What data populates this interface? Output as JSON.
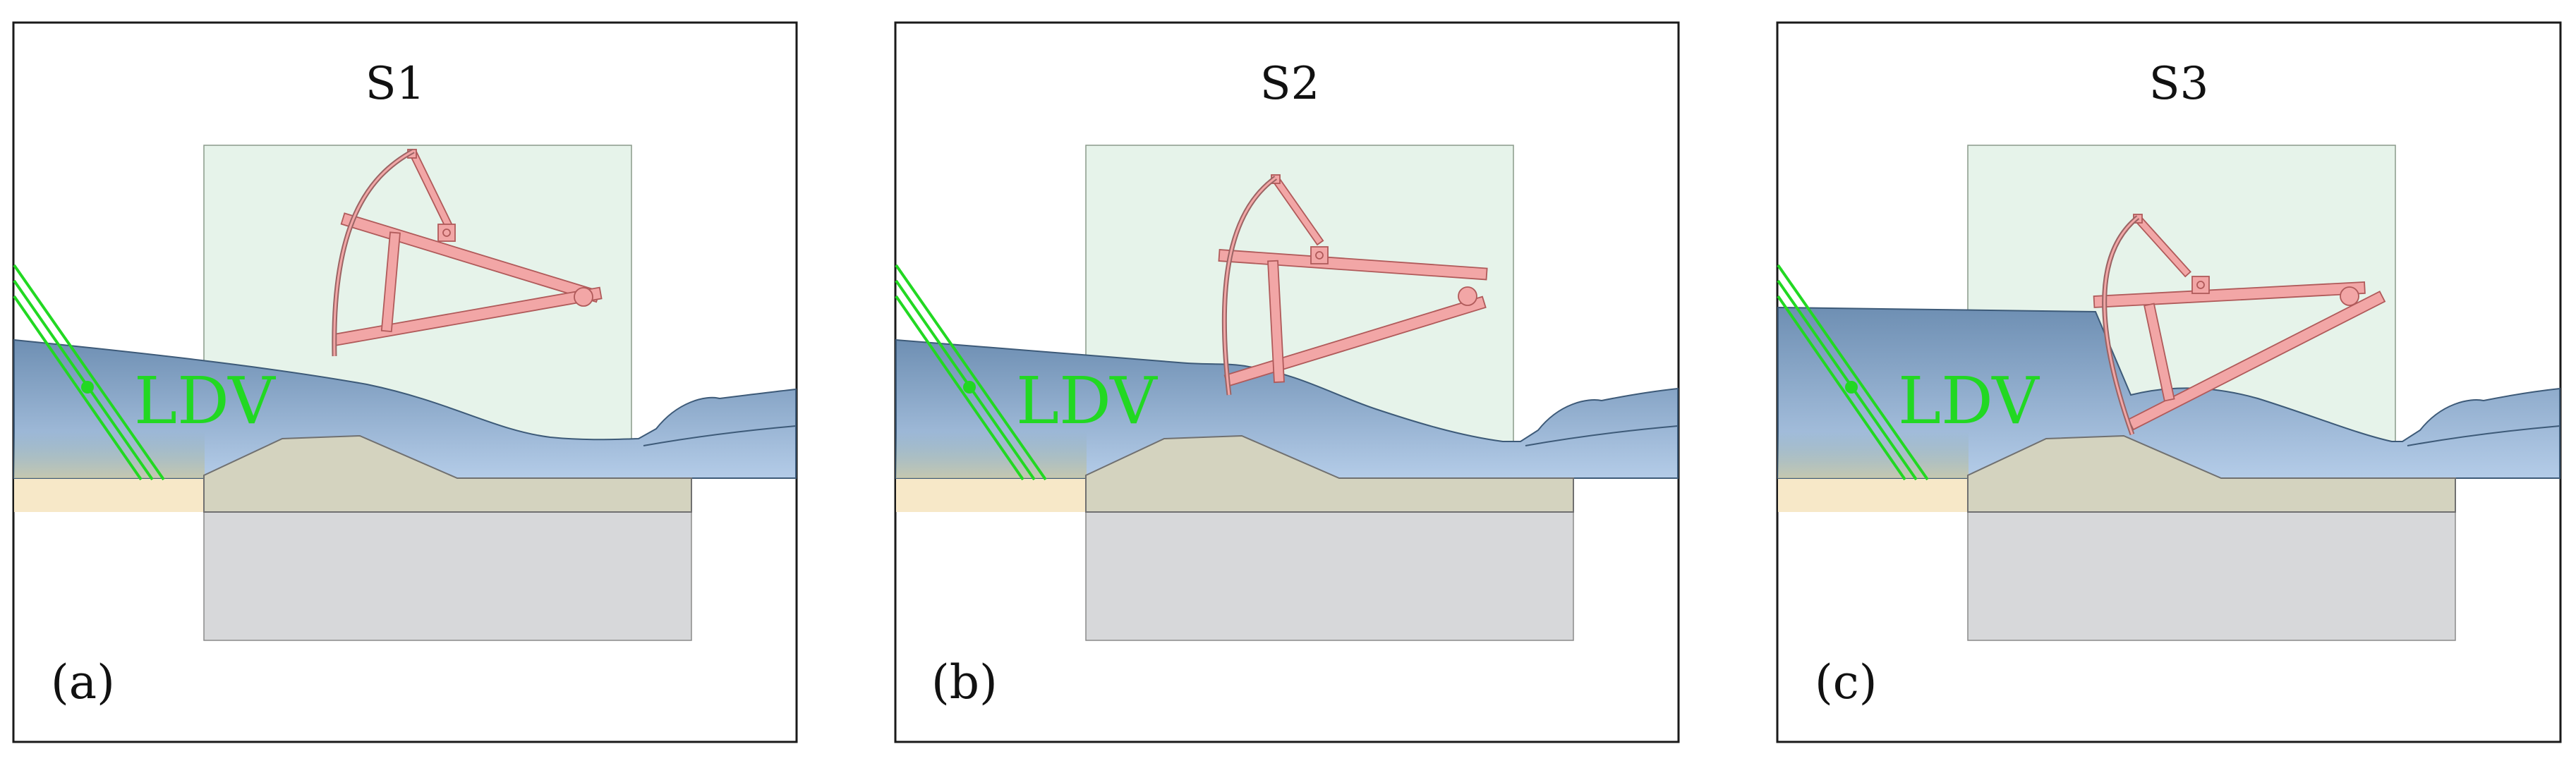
{
  "figure": {
    "panels": [
      {
        "title": "S1",
        "label": "(a)",
        "instrument": "LDV"
      },
      {
        "title": "S2",
        "label": "(b)",
        "instrument": "LDV"
      },
      {
        "title": "S3",
        "label": "(c)",
        "instrument": "LDV"
      }
    ]
  },
  "colors": {
    "ldv": "#22d822",
    "gate": "#f2a6a6",
    "water_top": "#6e8fb3",
    "water_bottom": "#b4cce8",
    "background_box": "#e6f3ea",
    "concrete": "#d7d8da",
    "weir": "#d4d3bf",
    "sand": "#f7e8c8"
  }
}
